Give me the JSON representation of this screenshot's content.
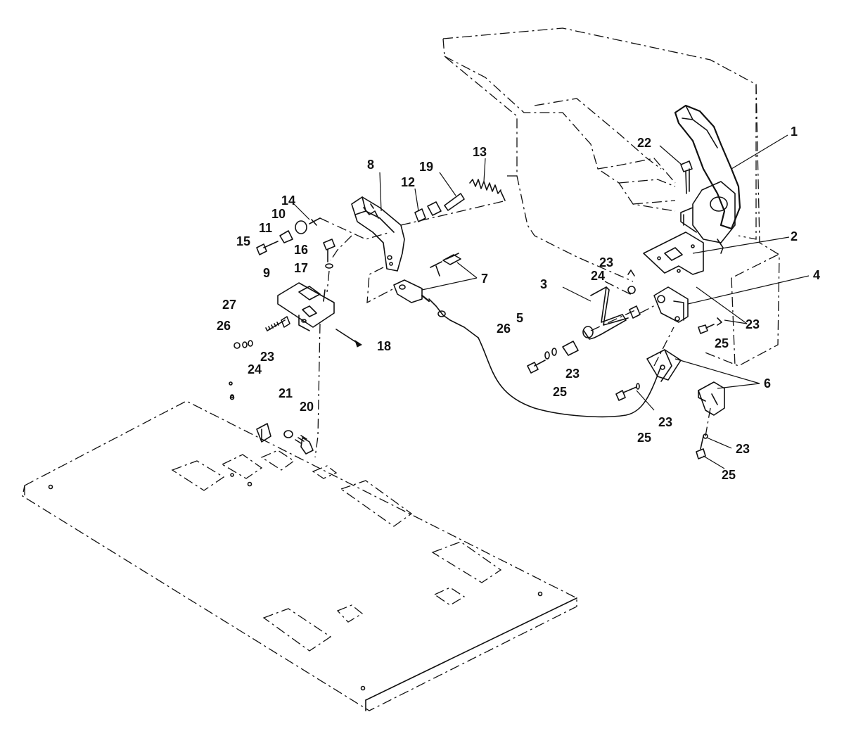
{
  "callouts": [
    {
      "id": "c1",
      "text": "1"
    },
    {
      "id": "c2",
      "text": "2"
    },
    {
      "id": "c3",
      "text": "3"
    },
    {
      "id": "c4",
      "text": "4"
    },
    {
      "id": "c5",
      "text": "5"
    },
    {
      "id": "c6",
      "text": "6"
    },
    {
      "id": "c7",
      "text": "7"
    },
    {
      "id": "c8",
      "text": "8"
    },
    {
      "id": "c9",
      "text": "9"
    },
    {
      "id": "c10",
      "text": "10"
    },
    {
      "id": "c11",
      "text": "11"
    },
    {
      "id": "c12",
      "text": "12"
    },
    {
      "id": "c13",
      "text": "13"
    },
    {
      "id": "c14",
      "text": "14"
    },
    {
      "id": "c15",
      "text": "15"
    },
    {
      "id": "c16",
      "text": "16"
    },
    {
      "id": "c17",
      "text": "17"
    },
    {
      "id": "c18",
      "text": "18"
    },
    {
      "id": "c19",
      "text": "19"
    },
    {
      "id": "c20",
      "text": "20"
    },
    {
      "id": "c21",
      "text": "21"
    },
    {
      "id": "c22",
      "text": "22"
    },
    {
      "id": "c23a",
      "text": "23"
    },
    {
      "id": "c23b",
      "text": "23"
    },
    {
      "id": "c23c",
      "text": "23"
    },
    {
      "id": "c23d",
      "text": "23"
    },
    {
      "id": "c23e",
      "text": "23"
    },
    {
      "id": "c23f",
      "text": "23"
    },
    {
      "id": "c24a",
      "text": "24"
    },
    {
      "id": "c24b",
      "text": "24"
    },
    {
      "id": "c25a",
      "text": "25"
    },
    {
      "id": "c25b",
      "text": "25"
    },
    {
      "id": "c25c",
      "text": "25"
    },
    {
      "id": "c25d",
      "text": "25"
    },
    {
      "id": "c26a",
      "text": "26"
    },
    {
      "id": "c26b",
      "text": "26"
    },
    {
      "id": "c27",
      "text": "27"
    }
  ]
}
